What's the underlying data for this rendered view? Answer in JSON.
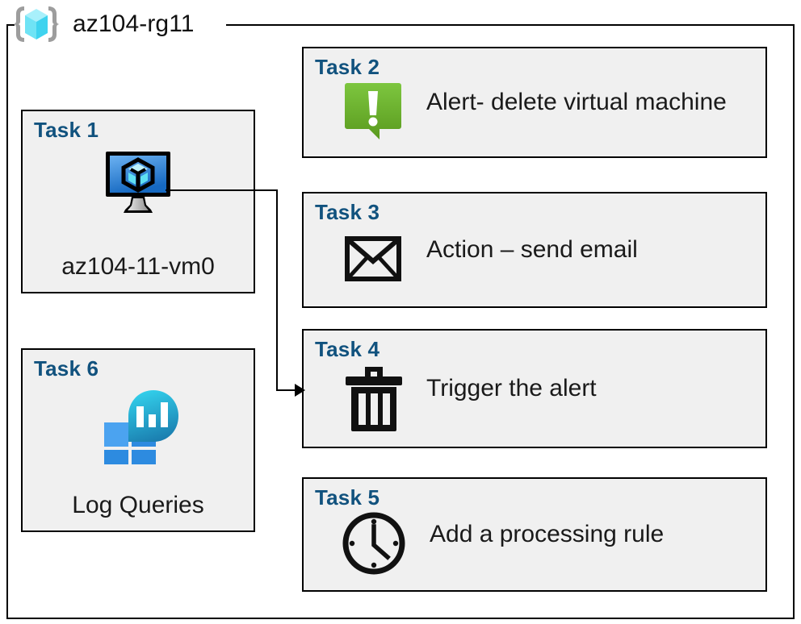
{
  "resource_group": {
    "name": "az104-rg11",
    "icon": "resource-group-cube-icon"
  },
  "colors": {
    "task_label": "#11527e",
    "card_fill": "#f0f0f0",
    "card_border": "#000000",
    "alert_green_light": "#7dc242",
    "alert_green_dark": "#5a9a1e",
    "vm_blue_light": "#5ea9ee",
    "vm_blue_dark": "#1565c0",
    "cube_cyan": "#6fe3f5",
    "log_square_light": "#4ba3f0",
    "log_square_dark": "#2d8be0",
    "log_circle_top": "#2bc8e8",
    "log_circle_bottom": "#1a7fae",
    "bracket_gray": "#9d9d9d"
  },
  "cards": [
    {
      "id": "task1",
      "label": "Task 1",
      "text": "az104-11-vm0",
      "icon": "virtual-machine-icon"
    },
    {
      "id": "task2",
      "label": "Task 2",
      "text": "Alert- delete virtual machine",
      "icon": "alert-bubble-icon"
    },
    {
      "id": "task3",
      "label": "Task 3",
      "text": "Action – send email",
      "icon": "envelope-icon"
    },
    {
      "id": "task4",
      "label": "Task 4",
      "text": "Trigger the alert",
      "icon": "trash-delete-icon"
    },
    {
      "id": "task5",
      "label": "Task 5",
      "text": "Add a processing rule",
      "icon": "clock-icon"
    },
    {
      "id": "task6",
      "label": "Task 6",
      "text": "Log Queries",
      "icon": "log-analytics-icon"
    }
  ],
  "connector": {
    "from": "virtual-machine-icon",
    "to": "task4",
    "arrow": "arrow-right"
  }
}
